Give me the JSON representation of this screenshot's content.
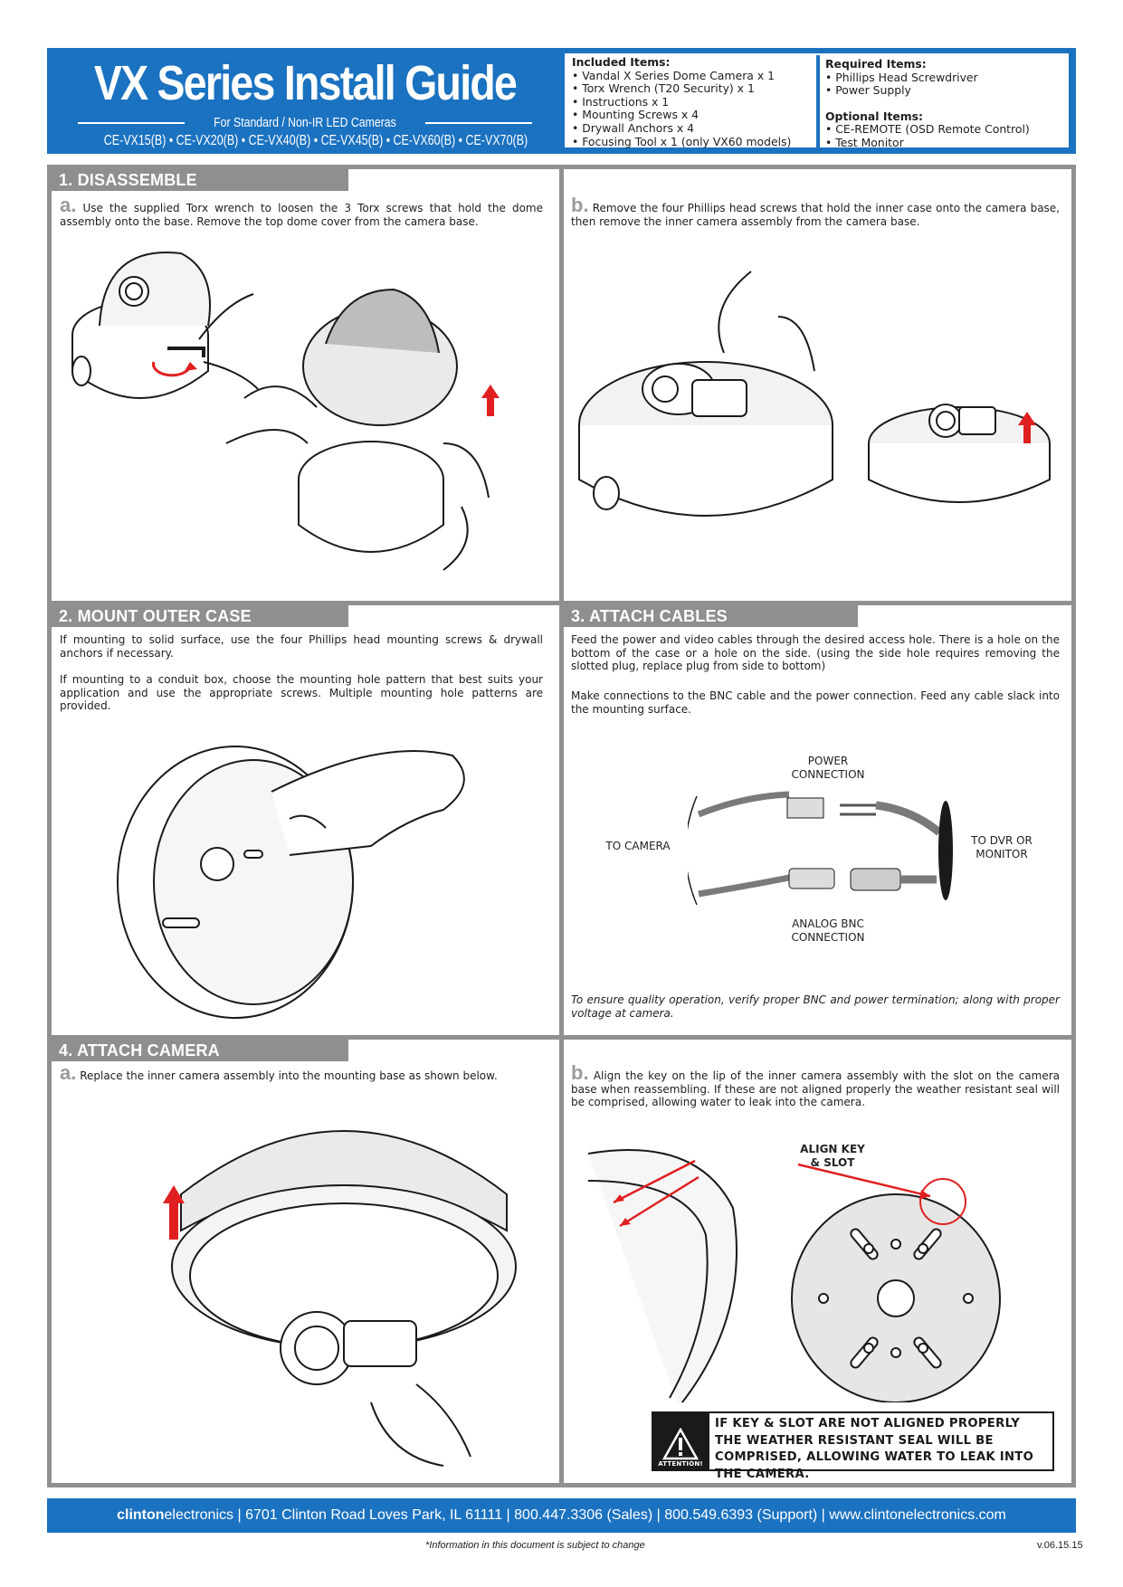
{
  "header": {
    "title": "VX Series Install Guide",
    "subtitle": "For Standard / Non-IR LED Cameras",
    "models": "CE-VX15(B) • CE-VX20(B) • CE-VX40(B) • CE-VX45(B) • CE-VX60(B) • CE-VX70(B)",
    "included": {
      "heading": "Included Items:",
      "items": [
        "Vandal X Series Dome Camera x 1",
        "Torx Wrench (T20 Security) x 1",
        "Instructions x 1",
        "Mounting Screws x 4",
        "Drywall Anchors x 4",
        "Focusing Tool x 1 (only VX60 models)"
      ]
    },
    "required": {
      "heading": "Required Items:",
      "items": [
        "Phillips Head Screwdriver",
        "Power Supply"
      ]
    },
    "optional": {
      "heading": "Optional Items:",
      "items": [
        "CE-REMOTE (OSD Remote Control)",
        "Test Monitor"
      ]
    }
  },
  "sections": {
    "disassemble": {
      "heading": "1. DISASSEMBLE",
      "a_letter": "a.",
      "a_text": "Use the supplied Torx wrench to loosen the 3 Torx screws that hold the dome assembly onto the base. Remove the top dome cover from the camera base.",
      "b_letter": "b.",
      "b_text": "Remove the four Phillips head screws that hold the inner case onto the camera base, then remove the inner camera assembly from the camera base."
    },
    "mount": {
      "heading": "2. MOUNT OUTER CASE",
      "p1": "If mounting to solid surface, use the four Phillips head mounting screws & drywall anchors if necessary.",
      "p2": "If mounting to a conduit box, choose the mounting hole pattern that best suits your application and use the appropriate screws.  Multiple mounting hole patterns are provided."
    },
    "cables": {
      "heading": "3. ATTACH CABLES",
      "p1": "Feed the power and video cables through the desired access hole.  There is a hole on the bottom of the case or a hole on the side. (using the side hole requires removing the slotted plug, replace plug from side to bottom)",
      "p2": "Make connections to the BNC cable and the power connection. Feed any cable slack into the mounting surface.",
      "labels": {
        "power": "POWER CONNECTION",
        "camera": "TO CAMERA",
        "dvr": "TO DVR OR MONITOR",
        "bnc": "ANALOG BNC CONNECTION"
      },
      "note": "To ensure quality operation, verify proper BNC and power termination; along with proper voltage at camera."
    },
    "attach": {
      "heading": "4. ATTACH CAMERA",
      "a_letter": "a.",
      "a_text": "Replace the inner camera assembly into the mounting base as shown below.",
      "b_letter": "b.",
      "b_text": "Align the key on the lip of the inner camera assembly with the slot on the camera base when reassembling. If these are not aligned properly the weather resistant  seal will be comprised, allowing water to leak into the camera.",
      "align_label": "ALIGN KEY & SLOT",
      "warning_badge": "ATTENTION!",
      "warning_text": "IF KEY & SLOT ARE NOT ALIGNED PROPERLY THE WEATHER RESISTANT SEAL WILL BE COMPRISED, ALLOWING WATER TO LEAK INTO THE CAMERA."
    }
  },
  "footer": {
    "brand_bold": "clinton",
    "brand_light": "electronics",
    "contact": " | 6701 Clinton Road Loves Park, IL 61111 | 800.447.3306 (Sales) | 800.549.6393 (Support) | www.clintonelectronics.com",
    "note": "*Information in this document is subject to change",
    "version": "v.06.15.15"
  },
  "colors": {
    "brand_blue": "#1b72c0",
    "section_gray": "#8f8f8f",
    "arrow_red": "#e02020"
  }
}
